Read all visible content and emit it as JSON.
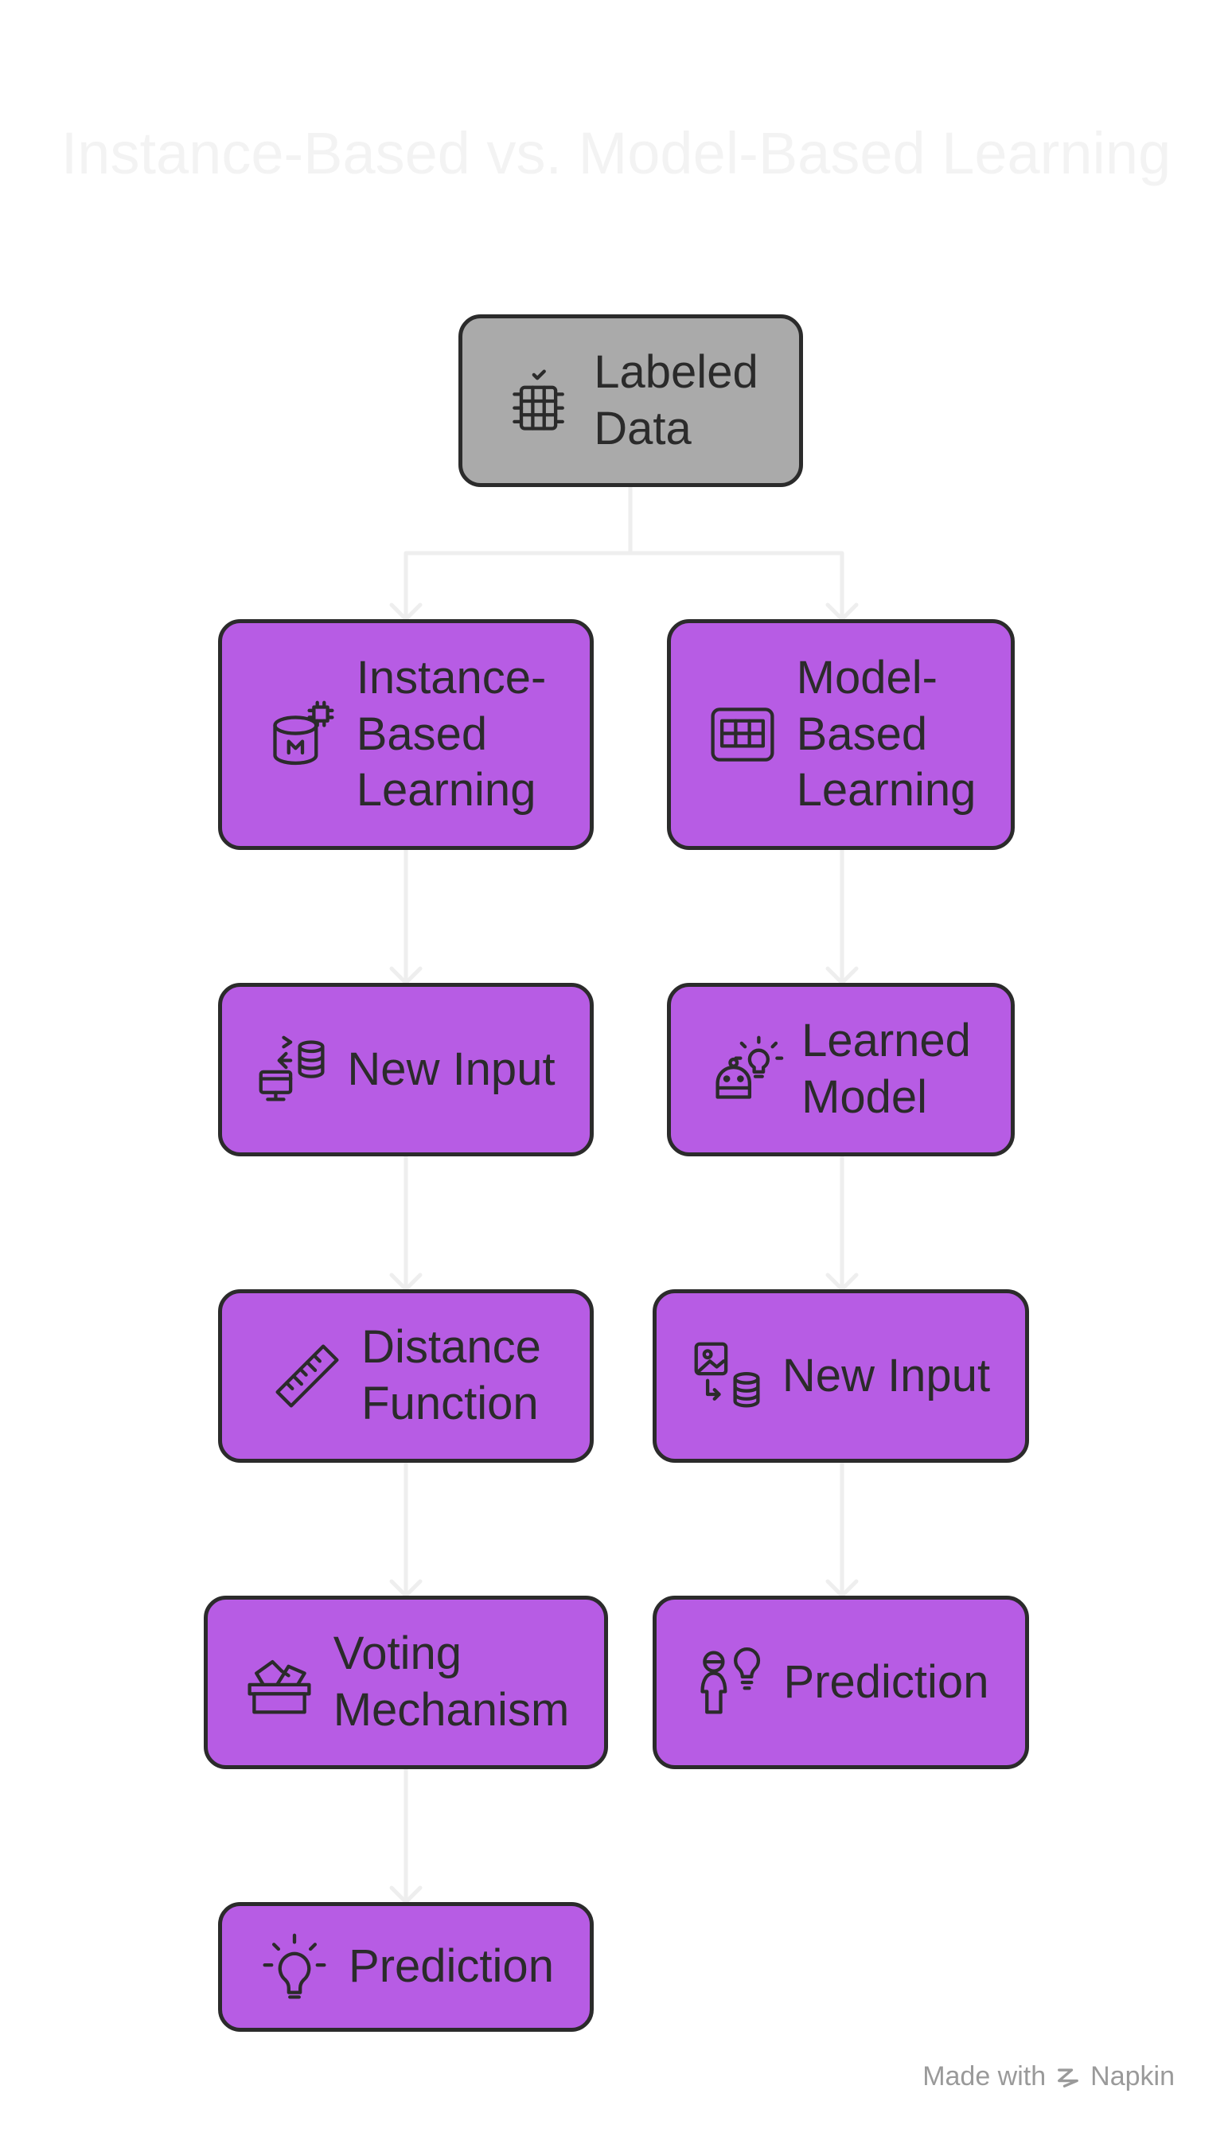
{
  "title": "Instance-Based vs. Model-Based Learning",
  "nodes": {
    "root": {
      "label": "Labeled\nData",
      "icon": "database-check-icon"
    },
    "ib": {
      "label": "Instance-\nBased\nLearning",
      "icon": "memory-database-icon"
    },
    "mb": {
      "label": "Model-\nBased\nLearning",
      "icon": "grid-panel-icon"
    },
    "ib_input": {
      "label": "New Input",
      "icon": "computer-database-transfer-icon"
    },
    "mb_model": {
      "label": "Learned\nModel",
      "icon": "robot-idea-icon"
    },
    "ib_distance": {
      "label": "Distance\nFunction",
      "icon": "ruler-icon"
    },
    "mb_input": {
      "label": "New Input",
      "icon": "image-to-database-icon"
    },
    "ib_voting": {
      "label": "Voting\nMechanism",
      "icon": "ballot-box-icon"
    },
    "mb_prediction": {
      "label": "Prediction",
      "icon": "person-lightbulb-icon"
    },
    "ib_prediction": {
      "label": "Prediction",
      "icon": "lightbulb-icon"
    }
  },
  "footer": {
    "made_with": "Made with",
    "brand": "Napkin"
  },
  "colors": {
    "node_fill": "#b75ce4",
    "root_fill": "#aaaaaa",
    "border": "#2b2b2b",
    "connector": "#eeeeee",
    "title": "#f3f3f3"
  }
}
